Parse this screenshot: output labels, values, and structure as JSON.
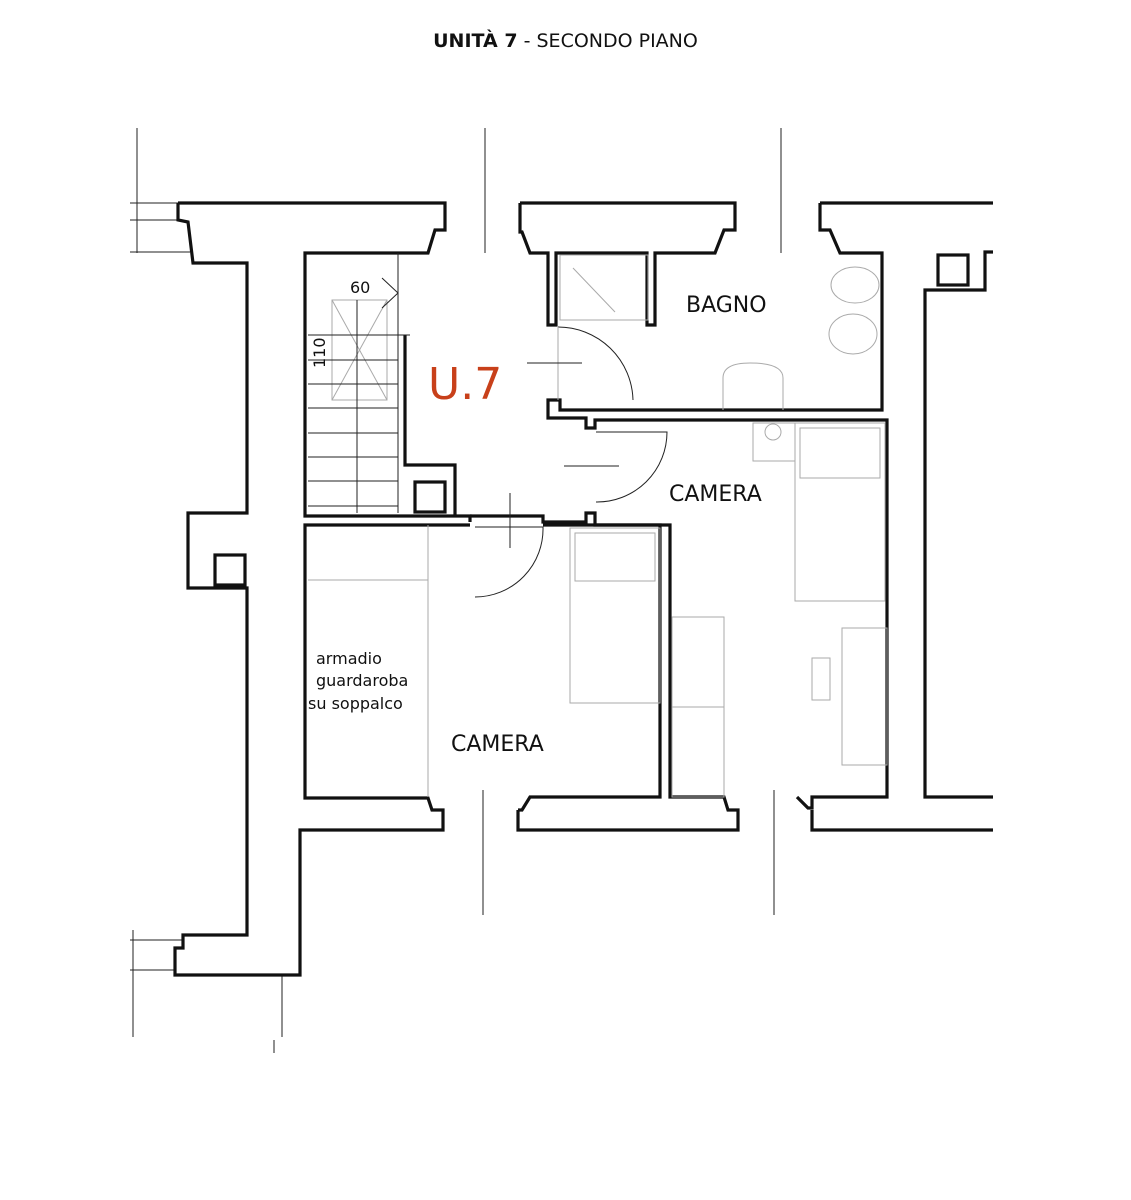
{
  "title": {
    "unit": "UNITÀ 7",
    "rest": " - SECONDO PIANO"
  },
  "unit_label": "U.7",
  "rooms": {
    "bath": "BAGNO",
    "bedroom_right": "CAMERA",
    "bedroom_left": "CAMERA"
  },
  "wardrobe_note": [
    "armadio",
    "guardaroba",
    "su soppalco"
  ],
  "dimensions": {
    "stair_width": "60",
    "stair_length": "110"
  },
  "colors": {
    "accent": "#c8401a",
    "wall": "#111111"
  }
}
